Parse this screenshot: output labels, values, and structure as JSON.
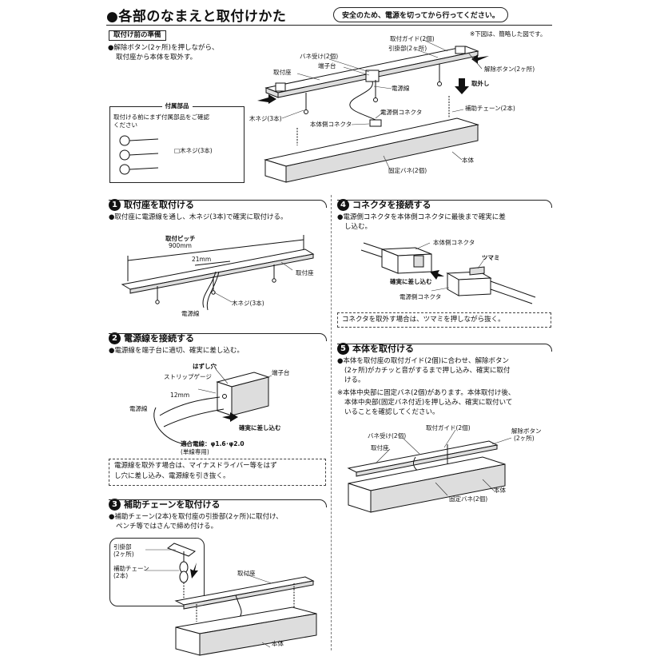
{
  "header": {
    "title": "●各部のなまえと取付けかた",
    "safety": "安全のため、電源を切ってから行ってください。"
  },
  "prep": {
    "heading": "取付け前の準備",
    "text1": "●解除ボタン(2ヶ所)を押しながら、",
    "text2": "取付座から本体を取外す。",
    "note": "※下図は、簡略した図です。"
  },
  "top_labels": {
    "guide": "取付ガイド(2個)",
    "hook": "引掛部(2ヶ所)",
    "spring_recv": "バネ受け(2個)",
    "terminal": "端子台",
    "base": "取付座",
    "release": "解除ボタン(2ヶ所)",
    "removal": "取外し",
    "power": "電源線",
    "power_conn": "電源側コネクタ",
    "chain": "補助チェーン(2本)",
    "screw": "木ネジ(3本)",
    "body_conn": "本体側コネクタ",
    "body": "本体",
    "spring": "固定バネ(2個)"
  },
  "accessories": {
    "title": "付属部品",
    "note1": "取付ける前にまず付属部品をご確認",
    "note2": "ください",
    "item": "□木ネジ(3本)"
  },
  "step1": {
    "num": "1",
    "title": "取付座を取付ける",
    "text": "●取付座に電源線を通し、木ネジ(3本)で確実に取付ける。",
    "pitch1": "取付ピッチ",
    "pitch2": "900mm",
    "dim": "21mm",
    "base": "取付座",
    "power": "電源線",
    "screw": "木ネジ(3本)"
  },
  "step2": {
    "num": "2",
    "title": "電源線を接続する",
    "text": "●電源線を端子台に適切、確実に差し込む。",
    "hole": "はずし穴",
    "gauge": "ストリップゲージ",
    "terminal": "端子台",
    "length": "12mm",
    "power": "電源線",
    "insert": "確実に差し込む",
    "wire1": "適合電線：φ1.6･φ2.0",
    "wire2": "(単線専用)",
    "note1": "電源線を取外す場合は、マイナスドライバー等をはず",
    "note2": "し穴に差し込み、電源線を引き抜く。"
  },
  "step3": {
    "num": "3",
    "title": "補助チェーンを取付ける",
    "text1": "●補助チェーン(2本)を取付座の引掛部(2ヶ所)に取付け、",
    "text2": "ペンチ等ではさんで締め付ける。",
    "hook1": "引掛部",
    "hook2": "(2ヶ所)",
    "chain1": "補助チェーン",
    "chain2": "(2本)",
    "base": "取付座",
    "body": "本体"
  },
  "step4": {
    "num": "4",
    "title": "コネクタを接続する",
    "text1": "●電源側コネクタを本体側コネクタに最後まで確実に差",
    "text2": "し込む。",
    "body_conn": "本体側コネクタ",
    "tab": "ツマミ",
    "insert": "確実に差し込む",
    "power_conn": "電源側コネクタ",
    "note": "コネクタを取外す場合は、ツマミを押しながら抜く。"
  },
  "step5": {
    "num": "5",
    "title": "本体を取付ける",
    "text1": "●本体を取付座の取付ガイド(2個)に合わせ、解除ボタン",
    "text2": "(2ヶ所)がカチッと音がするまで押し込み、確実に取付",
    "text3": "ける。",
    "note1": "※本体中央部に固定バネ(2個)があります。本体取付け後、",
    "note2": "本体中央部(固定バネ付近)を押し込み、確実に取付いて",
    "note3": "いることを確認してください。",
    "spring_recv": "バネ受け(2個)",
    "guide": "取付ガイド(2個)",
    "release1": "解除ボタン",
    "release2": "(2ヶ所)",
    "base": "取付座",
    "body": "本体",
    "spring": "固定バネ(2個)"
  }
}
